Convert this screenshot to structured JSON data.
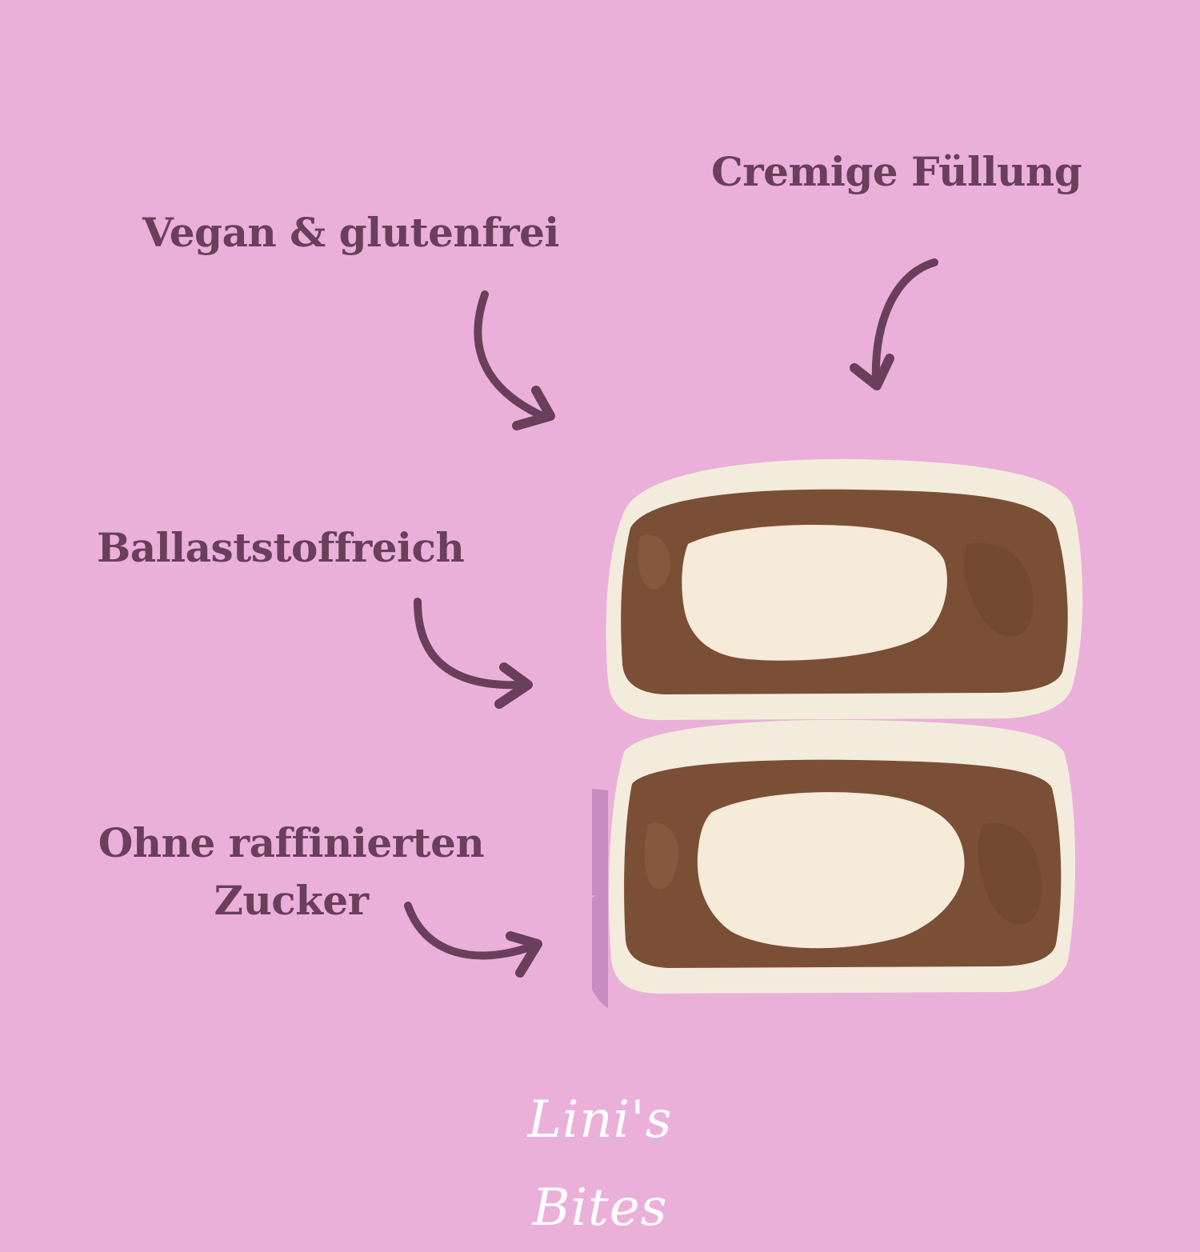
{
  "colors": {
    "background": "#ebb0da",
    "text": "#693f5c",
    "arrow": "#693f5c",
    "shadow": "#c88cc0",
    "logo": "#ffffff",
    "coating": "#f3ecdc",
    "cake": "#7a4f36",
    "filling": "#f6ead8"
  },
  "features": [
    {
      "label": "Vegan & glutenfrei",
      "arrow": "curved-arrow-down-right"
    },
    {
      "label": "Cremige Füllung",
      "arrow": "curved-arrow-down"
    },
    {
      "label": "Ballaststoffreich",
      "arrow": "curved-arrow-right"
    },
    {
      "label_line1": "Ohne raffinierten",
      "label_line2": "Zucker",
      "arrow": "curved-arrow-right"
    }
  ],
  "brand": {
    "logo_text": "Lini's Bites"
  },
  "product": {
    "description": "Two stacked halves of a coconut-coated bite with creamy filling"
  }
}
